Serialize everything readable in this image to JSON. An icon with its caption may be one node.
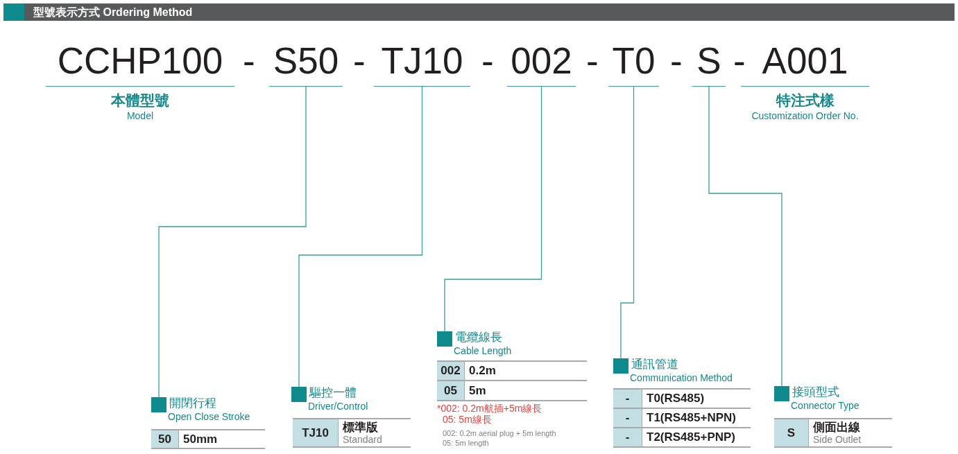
{
  "diagram": {
    "title": "型號表示方式 Ordering Method",
    "nodes": [
      {
        "text": [
          "CCHP100",
          "本體型號",
          "Model"
        ]
      },
      {
        "text": [
          "S50"
        ]
      },
      {
        "text": [
          "TJ10"
        ]
      },
      {
        "text": [
          "002"
        ]
      },
      {
        "text": [
          "T0"
        ]
      },
      {
        "text": [
          "S"
        ]
      },
      {
        "text": [
          "A001",
          "特注式樣",
          "Customization Order No."
        ]
      },
      {
        "text": [
          "開閉行程",
          "Open Close Stroke"
        ]
      },
      {
        "text": [
          "50",
          "50mm"
        ]
      },
      {
        "text": [
          "驅控一體",
          "Driver/Control"
        ]
      },
      {
        "text": [
          "TJ10",
          "標準版",
          "Standard"
        ]
      },
      {
        "text": [
          "電纜線長",
          "Cable Length"
        ]
      },
      {
        "text": [
          "002",
          "0.2m"
        ]
      },
      {
        "text": [
          "05",
          "5m"
        ]
      },
      {
        "text": [
          "通訊管道",
          "Communication Method"
        ]
      },
      {
        "text": [
          "-",
          "T0(RS485)"
        ]
      },
      {
        "text": [
          "-",
          "T1(RS485+NPN)"
        ]
      },
      {
        "text": [
          "-",
          "T2(RS485+PNP)"
        ]
      },
      {
        "text": [
          "接頭型式",
          "Connector Type"
        ]
      },
      {
        "text": [
          "S",
          "側面出線",
          "Side Outlet"
        ]
      }
    ],
    "edges": [
      {
        "from": 1,
        "to": 7,
        "arrow": "none"
      },
      {
        "from": 2,
        "to": 9,
        "arrow": "none"
      },
      {
        "from": 3,
        "to": 11,
        "arrow": "none"
      },
      {
        "from": 4,
        "to": 14,
        "arrow": "none"
      },
      {
        "from": 5,
        "to": 18,
        "arrow": "none"
      }
    ],
    "labels": [
      "-",
      "-",
      "-",
      "-",
      "-",
      "-",
      "*002: 0.2m航插+5m線長",
      "05: 5m線長",
      "002: 0.2m aerial plug + 5m length",
      "05: 5m length"
    ]
  }
}
